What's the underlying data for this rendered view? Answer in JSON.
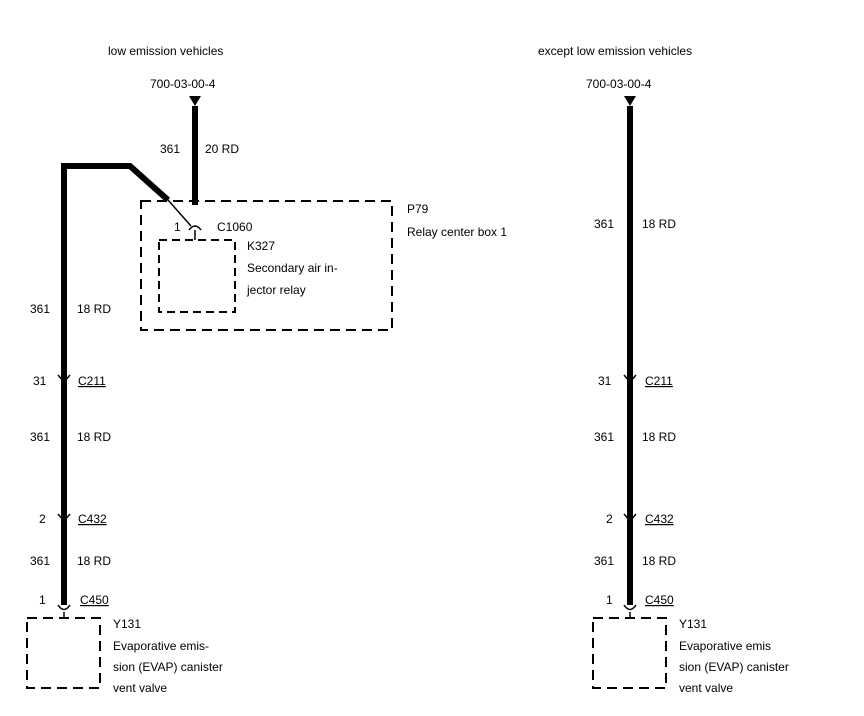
{
  "left": {
    "heading": "low emission vehicles",
    "ground_ref": "700-03-00-4",
    "top_wire": {
      "circuit": "361",
      "spec": "20 RD"
    },
    "relay_box": {
      "id": "P79",
      "name": "Relay center box 1"
    },
    "connector_c1060": {
      "pin": "1",
      "id": "C1060"
    },
    "relay": {
      "id": "K327",
      "line1": "Secondary air in-",
      "line2": "jector relay"
    },
    "wire1": {
      "circuit": "361",
      "spec": "18 RD"
    },
    "connector_c211": {
      "pin": "31",
      "id": "C211"
    },
    "wire2": {
      "circuit": "361",
      "spec": "18 RD"
    },
    "connector_c432": {
      "pin": "2",
      "id": "C432"
    },
    "wire3": {
      "circuit": "361",
      "spec": "18 RD"
    },
    "connector_c450": {
      "pin": "1",
      "id": "C450"
    },
    "valve": {
      "id": "Y131",
      "line1": "Evaporative emis-",
      "line2": "sion (EVAP) canister",
      "line3": "vent valve"
    }
  },
  "right": {
    "heading": "except low emission vehicles",
    "ground_ref": "700-03-00-4",
    "wire1": {
      "circuit": "361",
      "spec": "18 RD"
    },
    "connector_c211": {
      "pin": "31",
      "id": "C211"
    },
    "wire2": {
      "circuit": "361",
      "spec": "18 RD"
    },
    "connector_c432": {
      "pin": "2",
      "id": "C432"
    },
    "wire3": {
      "circuit": "361",
      "spec": "18 RD"
    },
    "connector_c450": {
      "pin": "1",
      "id": "C450"
    },
    "valve": {
      "id": "Y131",
      "line1": "Evaporative emis",
      "line2": "sion (EVAP) canister",
      "line3": "vent valve"
    }
  }
}
